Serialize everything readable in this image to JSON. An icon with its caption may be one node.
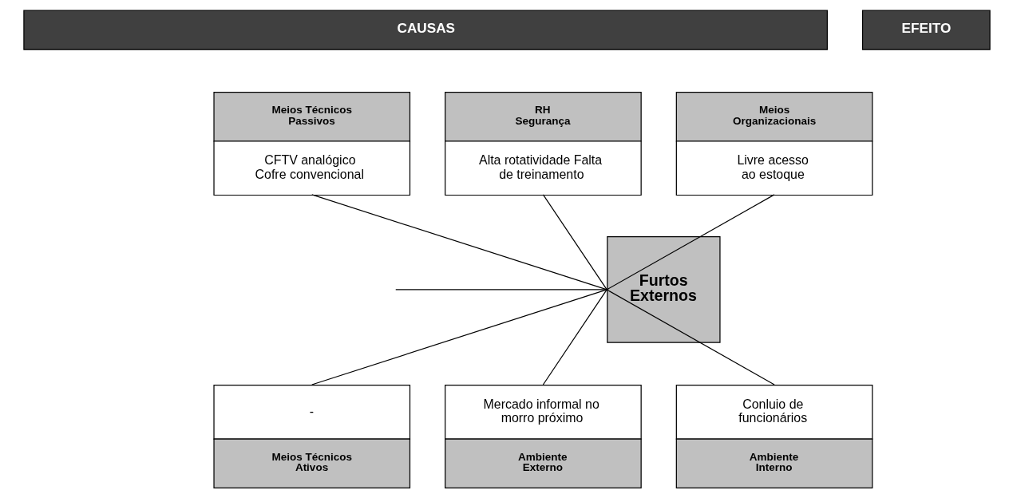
{
  "diagram": {
    "nodes": [
      {
        "text": [
          "CAUSAS"
        ]
      },
      {
        "text": [
          "EFEITO"
        ]
      },
      {
        "text": [
          "Meios Técnicos Passivos",
          "CFTV analógico Cofre convencional"
        ]
      },
      {
        "text": [
          "RH Segurança",
          "Alta rotatividade Falta de treinamento"
        ]
      },
      {
        "text": [
          "Meios Organizacionais",
          "Livre acesso ao estoque"
        ]
      },
      {
        "text": [
          "-",
          "Meios Técnicos Ativos"
        ]
      },
      {
        "text": [
          "Mercado informal no morro próximo",
          "Ambiente Externo"
        ]
      },
      {
        "text": [
          "Conluio de funcionários",
          "Ambiente Interno"
        ]
      },
      {
        "text": [
          "Furtos Externos"
        ]
      }
    ],
    "edges": [
      {
        "from": null,
        "to": 8,
        "arrow": "none"
      },
      {
        "from": 2,
        "to": 8,
        "arrow": "none"
      },
      {
        "from": 3,
        "to": 8,
        "arrow": "none"
      },
      {
        "from": 4,
        "to": 8,
        "arrow": "none"
      },
      {
        "from": 5,
        "to": 8,
        "arrow": "none"
      },
      {
        "from": 6,
        "to": 8,
        "arrow": "none"
      },
      {
        "from": 7,
        "to": 8,
        "arrow": "none"
      }
    ]
  }
}
